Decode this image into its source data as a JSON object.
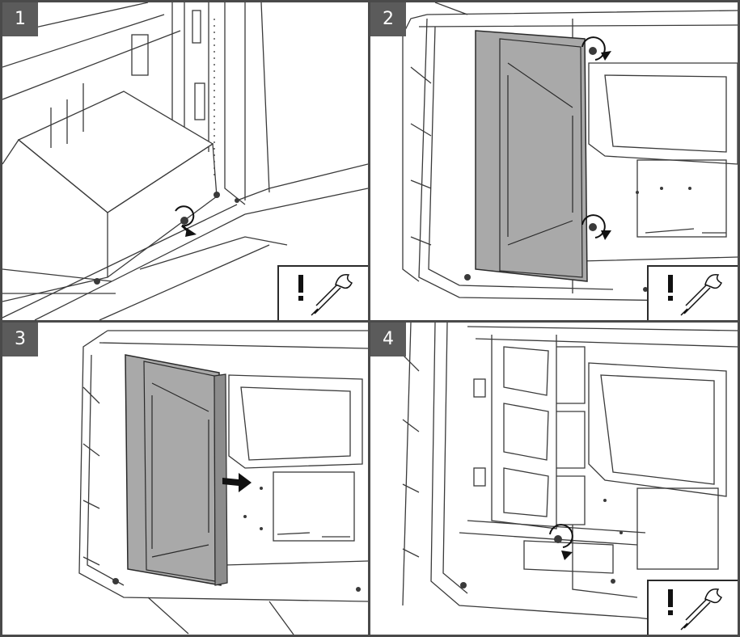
{
  "colors": {
    "frame": "#4a4a4a",
    "badge": "#5b5b5b",
    "badge_text": "#ffffff",
    "line": "#3a3a3a",
    "cover": "#a9a9a9"
  },
  "steps": [
    {
      "number": "1",
      "tool": "screwdriver-icon",
      "action": "rotate-screw"
    },
    {
      "number": "2",
      "tool": "screwdriver-icon",
      "action": "rotate-screws"
    },
    {
      "number": "3",
      "tool": "",
      "action": "slide-panel-right"
    },
    {
      "number": "4",
      "tool": "screwdriver-icon",
      "action": "rotate-screw"
    }
  ]
}
